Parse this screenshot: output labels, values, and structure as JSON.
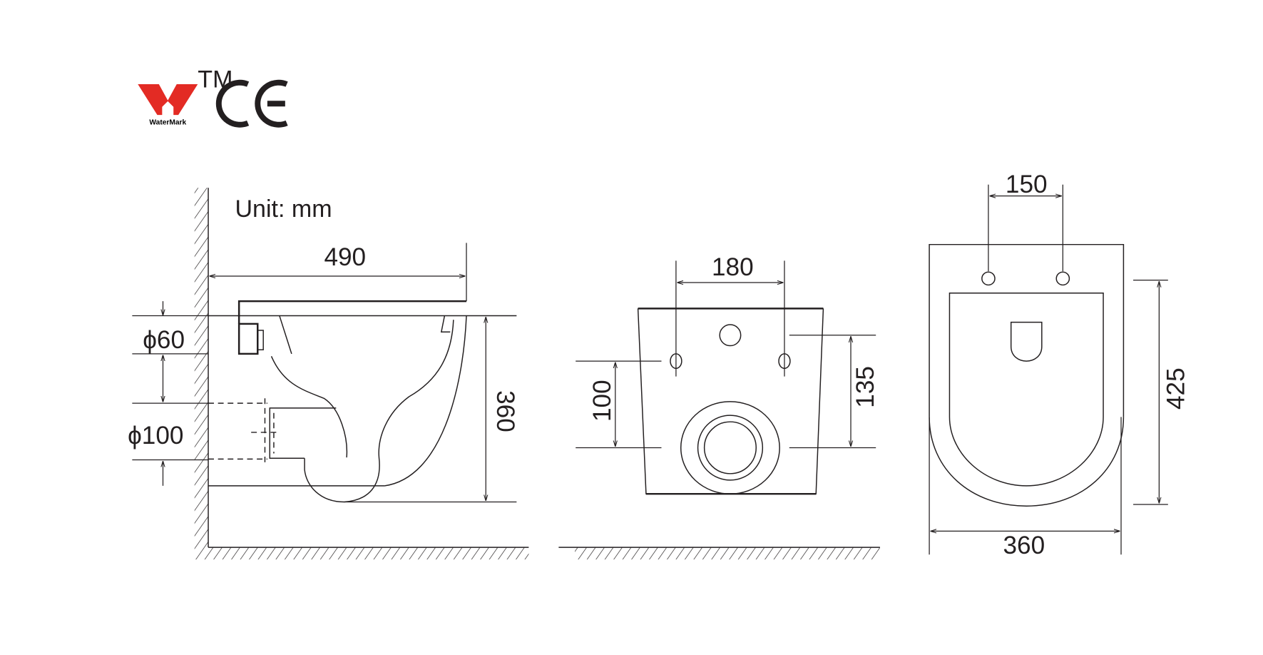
{
  "logos": {
    "watermark": {
      "label": "WaterMark",
      "tm": "TM",
      "color": "#e32b24"
    },
    "ce": {
      "label": "CE",
      "color": "#231f20"
    }
  },
  "unit_label": "Unit: mm",
  "side_view": {
    "depth": "490",
    "height": "360",
    "inlet_diameter": "ϕ60",
    "outlet_diameter": "ϕ100"
  },
  "back_view": {
    "bolt_spacing": "180",
    "outlet_to_bolt_height": "100",
    "outlet_to_inlet_height": "135"
  },
  "top_view": {
    "hinge_spacing": "150",
    "length": "425",
    "width": "360"
  }
}
